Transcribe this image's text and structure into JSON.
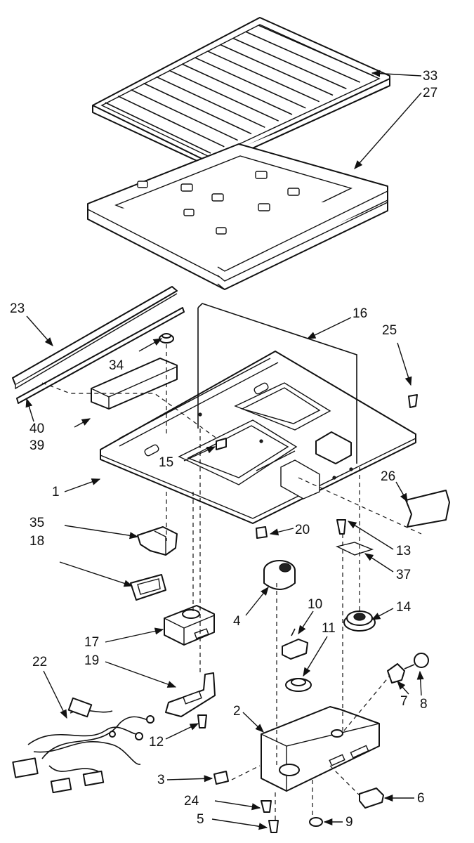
{
  "diagram": {
    "callouts": [
      {
        "id": "33",
        "label": "33"
      },
      {
        "id": "27",
        "label": "27"
      },
      {
        "id": "23",
        "label": "23"
      },
      {
        "id": "16",
        "label": "16"
      },
      {
        "id": "25",
        "label": "25"
      },
      {
        "id": "34",
        "label": "34"
      },
      {
        "id": "40",
        "label": "40"
      },
      {
        "id": "39",
        "label": "39"
      },
      {
        "id": "15",
        "label": "15"
      },
      {
        "id": "1",
        "label": "1"
      },
      {
        "id": "26",
        "label": "26"
      },
      {
        "id": "35",
        "label": "35"
      },
      {
        "id": "20",
        "label": "20"
      },
      {
        "id": "18",
        "label": "18"
      },
      {
        "id": "13",
        "label": "13"
      },
      {
        "id": "37",
        "label": "37"
      },
      {
        "id": "4",
        "label": "4"
      },
      {
        "id": "14",
        "label": "14"
      },
      {
        "id": "10",
        "label": "10"
      },
      {
        "id": "11",
        "label": "11"
      },
      {
        "id": "17",
        "label": "17"
      },
      {
        "id": "19",
        "label": "19"
      },
      {
        "id": "22",
        "label": "22"
      },
      {
        "id": "8",
        "label": "8"
      },
      {
        "id": "7",
        "label": "7"
      },
      {
        "id": "2",
        "label": "2"
      },
      {
        "id": "12",
        "label": "12"
      },
      {
        "id": "3",
        "label": "3"
      },
      {
        "id": "6",
        "label": "6"
      },
      {
        "id": "24",
        "label": "24"
      },
      {
        "id": "9",
        "label": "9"
      },
      {
        "id": "5",
        "label": "5"
      }
    ]
  }
}
